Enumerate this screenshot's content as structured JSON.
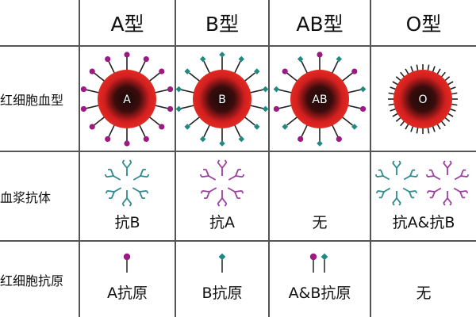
{
  "columns": [
    {
      "label": "A型"
    },
    {
      "label": "B型"
    },
    {
      "label": "AB型"
    },
    {
      "label": "O型"
    }
  ],
  "rows": [
    {
      "label": "红细胞血型"
    },
    {
      "label": "血浆抗体"
    },
    {
      "label": "红细胞抗原"
    }
  ],
  "cells": [
    {
      "cell_label": "A",
      "antibody": "抗B",
      "antigen": "A抗原",
      "antigens": [
        "A"
      ],
      "antibodies": [
        "anti-B"
      ]
    },
    {
      "cell_label": "B",
      "antibody": "抗A",
      "antigen": "B抗原",
      "antigens": [
        "B"
      ],
      "antibodies": [
        "anti-A"
      ]
    },
    {
      "cell_label": "AB",
      "antibody": "无",
      "antigen": "A&B抗原",
      "antigens": [
        "A",
        "B"
      ],
      "antibodies": []
    },
    {
      "cell_label": "O",
      "antibody": "抗A&抗B",
      "antigen": "无",
      "antigens": [],
      "antibodies": [
        "anti-A",
        "anti-B"
      ]
    }
  ],
  "colors": {
    "cell_red": "#d41f1f",
    "cell_core": "#1a0a0a",
    "antigen_a": "#9c1a82",
    "antigen_b": "#1f8a82",
    "antibody_anti_a": "#9c3fa0",
    "antibody_anti_b": "#2e8a8c",
    "grid": "#555555"
  }
}
